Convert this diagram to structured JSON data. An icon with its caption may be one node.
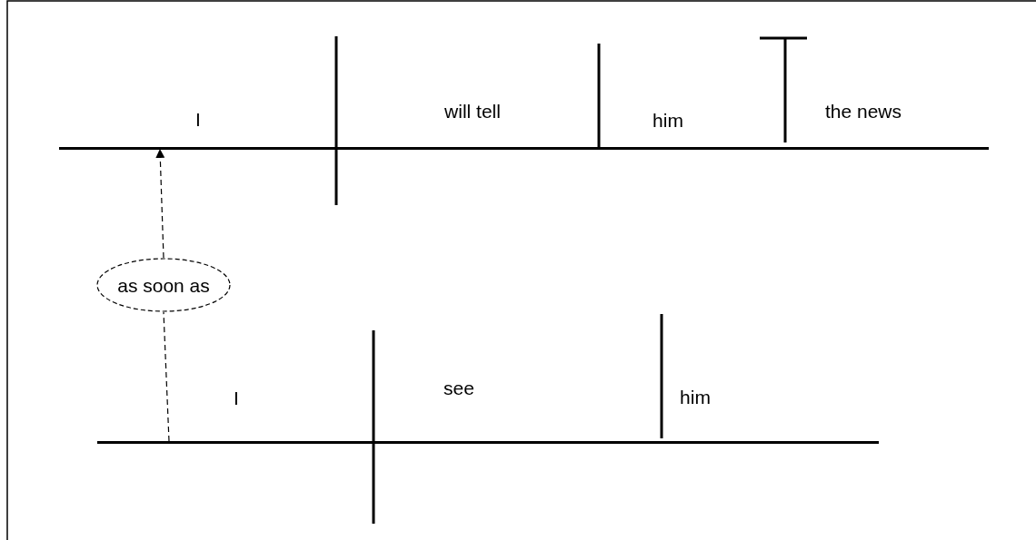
{
  "diagram": {
    "nodes": [
      {
        "text": [],
        "shape": "line"
      },
      {
        "text": [
          "as soon as"
        ]
      },
      {
        "text": [],
        "shape": "line"
      }
    ],
    "edges": [
      {
        "from": 1,
        "to": 0,
        "arrow": "to",
        "style": "dashed"
      },
      {
        "from": 2,
        "to": 1,
        "arrow": "none",
        "style": "dashed"
      }
    ],
    "labels": [
      "I",
      "will tell",
      "him",
      "the news",
      "I",
      "see",
      "him"
    ]
  }
}
